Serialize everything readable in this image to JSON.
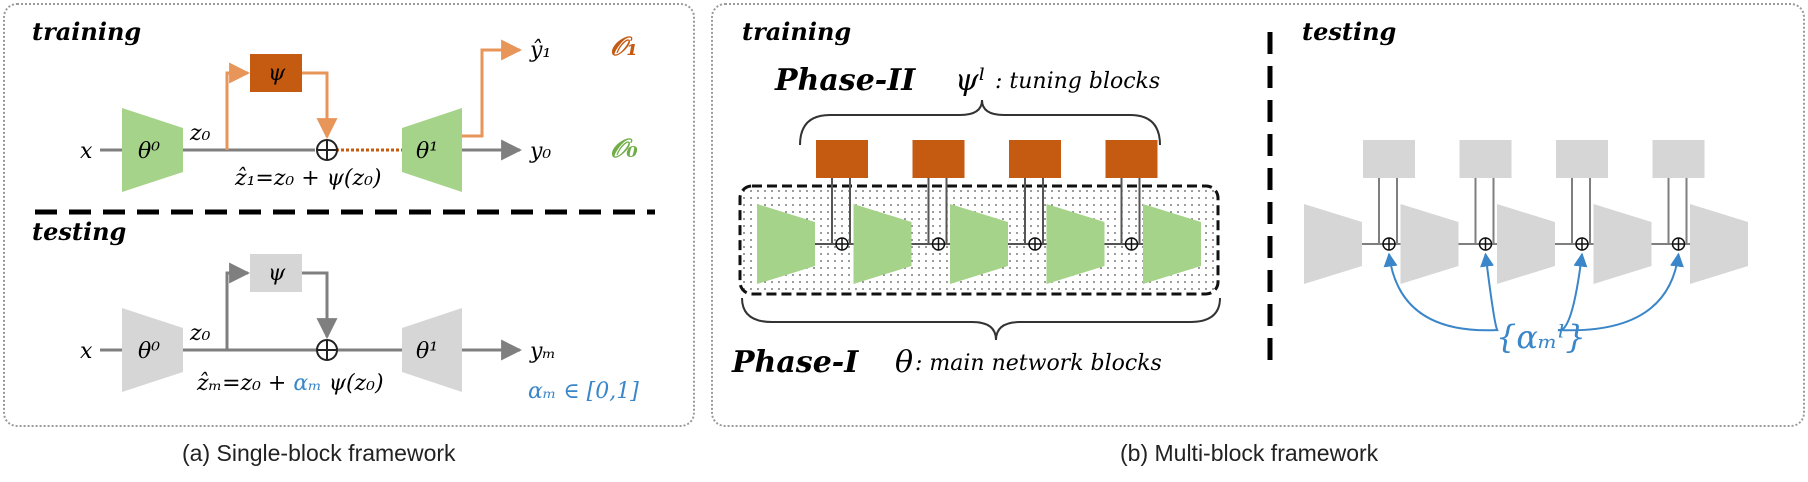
{
  "colors": {
    "green": "#a6d38a",
    "orange": "#c55a11",
    "orange_line": "#e8955a",
    "gray_block": "#d6d6d6",
    "line": "#7f7f7f",
    "blue": "#3a86c8",
    "o1": "#c55a11",
    "o0": "#70ad47"
  },
  "left": {
    "training_label": "training",
    "testing_label": "testing",
    "input": "x",
    "theta0": "θ⁰",
    "theta1": "θ¹",
    "z0": "z₀",
    "psi": "ψ",
    "eq_train": "ẑ₁=z₀ + ψ(z₀)",
    "y_hat": "ŷ₁",
    "y0": "y₀",
    "o1": "𝒪₁",
    "o0": "𝒪₀",
    "eq_test_prefix": "ẑₘ=z₀ + ",
    "eq_test_alpha": "αₘ",
    "eq_test_suffix": " ψ(z₀)",
    "ym": "yₘ",
    "alpha_range": "αₘ ∈ [0,1]",
    "caption": "(a) Single-block framework"
  },
  "right": {
    "training_label": "training",
    "testing_label": "testing",
    "phase2": "Phase-II",
    "psi_label": "ψˡ",
    "phase2_desc": ": tuning blocks",
    "phase1": "Phase-I",
    "theta_label": "θ",
    "phase1_desc": ": main network blocks",
    "alpha_set": "{αₘˡ}",
    "caption": "(b) Multi-block framework"
  }
}
